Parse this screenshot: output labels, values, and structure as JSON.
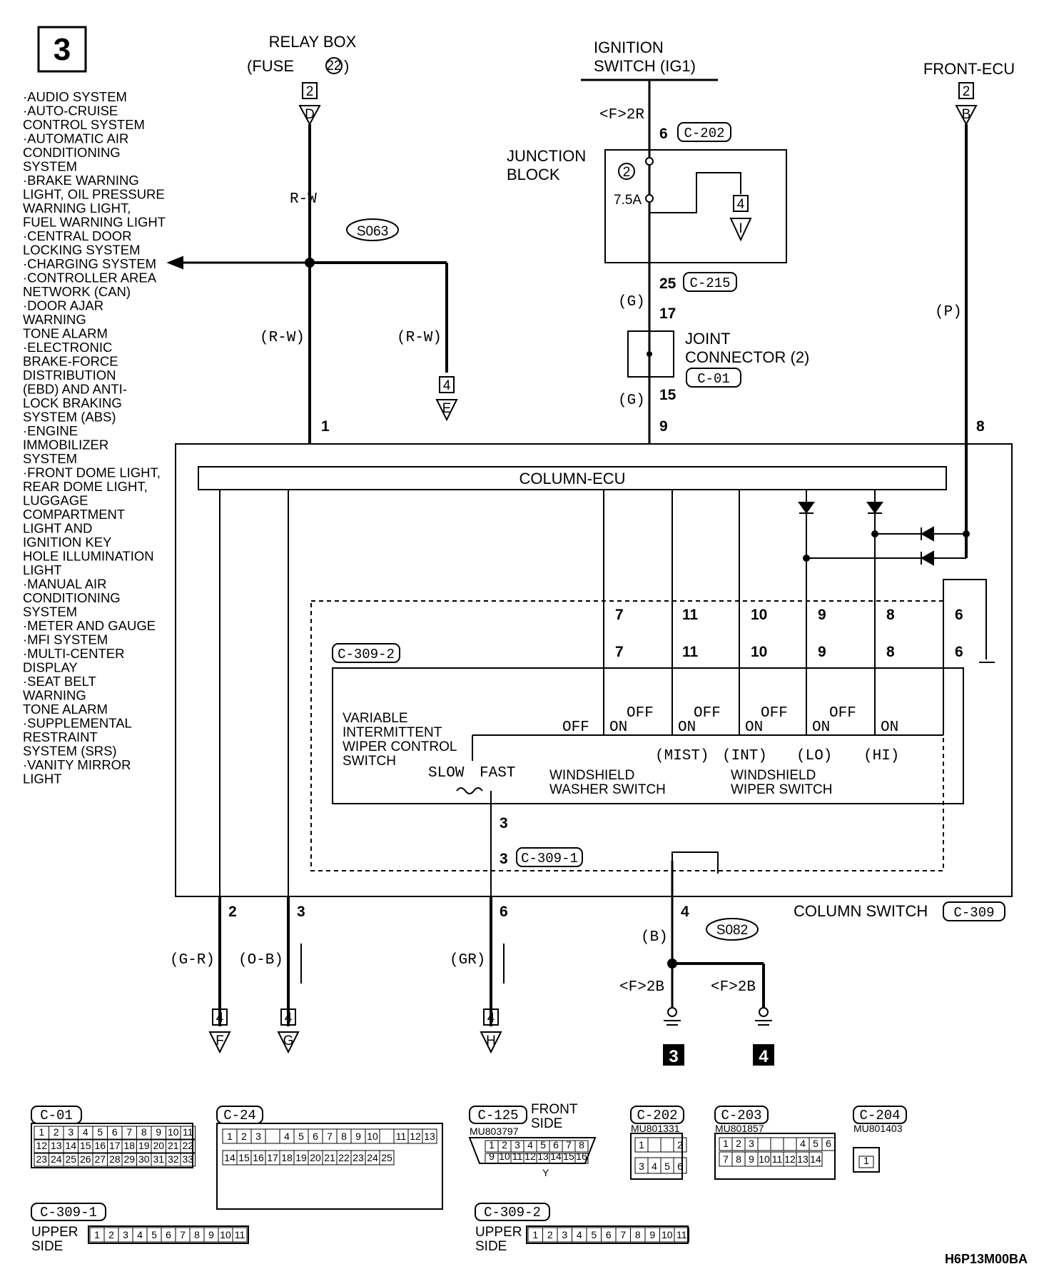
{
  "page_number": "3",
  "sources": {
    "relay_box": {
      "line1": "RELAY BOX",
      "line2_prefix": "(FUSE",
      "fuse_number": "22",
      "line2_suffix": ")",
      "ref_num": "2",
      "ref_letter": "D"
    },
    "ignition_switch": {
      "line1": "IGNITION",
      "line2": "SWITCH (IG1)"
    },
    "front_ecu": {
      "name": "FRONT-ECU",
      "ref_num": "2",
      "ref_letter": "B"
    }
  },
  "systems": [
    "·AUDIO SYSTEM",
    "·AUTO-CRUISE",
    "CONTROL SYSTEM",
    "·AUTOMATIC AIR",
    "CONDITIONING",
    "SYSTEM",
    "·BRAKE WARNING",
    "LIGHT, OIL PRESSURE",
    "WARNING LIGHT,",
    "FUEL WARNING LIGHT",
    "·CENTRAL DOOR",
    "LOCKING SYSTEM",
    "·CHARGING SYSTEM",
    "·CONTROLLER AREA",
    "NETWORK (CAN)",
    "·DOOR AJAR",
    "WARNING",
    "TONE ALARM",
    "·ELECTRONIC",
    "BRAKE-FORCE",
    "DISTRIBUTION",
    "(EBD) AND ANTI-",
    "LOCK BRAKING",
    "SYSTEM (ABS)",
    "·ENGINE",
    "IMMOBILIZER",
    "SYSTEM",
    "·FRONT DOME LIGHT,",
    "REAR DOME LIGHT,",
    "LUGGAGE",
    "COMPARTMENT",
    "LIGHT AND",
    "IGNITION KEY",
    "HOLE ILLUMINATION",
    "LIGHT",
    "·MANUAL AIR",
    "CONDITIONING",
    "SYSTEM",
    "·METER AND GAUGE",
    "·MFI SYSTEM",
    "·MULTI-CENTER",
    "DISPLAY",
    "·SEAT BELT",
    "WARNING",
    "TONE ALARM",
    "·SUPPLEMENTAL",
    "RESTRAINT",
    "SYSTEM (SRS)",
    "·VANITY MIRROR",
    "LIGHT"
  ],
  "wires": {
    "rw": "R-W",
    "rw_paren": "(R-W)",
    "g": "(G)",
    "p": "(P)",
    "gr": "(G-R)",
    "ob": "(O-B)",
    "gr2": "(GR)",
    "b": "(B)",
    "f2r": "<F>2R",
    "f2b": "<F>2B"
  },
  "splices": {
    "s063": "S063",
    "s082": "S082"
  },
  "refs": {
    "four": "4",
    "e": "E",
    "f": "F",
    "g": "G",
    "h": "H",
    "i": "I"
  },
  "junction_block": {
    "line1": "JUNCTION",
    "line2": "BLOCK",
    "fuse_number": "2",
    "fuse_rating": "7.5A"
  },
  "joint_connector": {
    "line1": "JOINT",
    "line2": "CONNECTOR (2)",
    "connector": "C-01"
  },
  "connectors": {
    "c202": "C-202",
    "c215": "C-215",
    "c01": "C-01",
    "c309_2": "C-309-2",
    "c309_1": "C-309-1",
    "c309": "C-309"
  },
  "pins": {
    "p6": "6",
    "p25": "25",
    "p17": "17",
    "p15": "15",
    "p9": "9",
    "p1": "1",
    "p8": "8",
    "p7": "7",
    "p11": "11",
    "p10": "10",
    "p3": "3",
    "p2": "2",
    "p4": "4"
  },
  "column_ecu": "COLUMN-ECU",
  "column_switch": "COLUMN SWITCH",
  "switch_labels": {
    "variable": [
      "VARIABLE",
      "INTERMITTENT",
      "WIPER CONTROL",
      "SWITCH"
    ],
    "slow": "SLOW",
    "fast": "FAST",
    "off": "OFF",
    "on": "ON",
    "mist": "(MIST)",
    "int": "(INT)",
    "lo": "(LO)",
    "hi": "(HI)",
    "washer": [
      "WINDSHIELD",
      "WASHER SWITCH"
    ],
    "wiper": [
      "WINDSHIELD",
      "WIPER SWITCH"
    ]
  },
  "grounds": {
    "g3": "3",
    "g4": "4"
  },
  "connector_views": {
    "c01": "C-01",
    "c24": "C-24",
    "c125": "C-125",
    "c125_side": [
      "FRONT",
      "SIDE"
    ],
    "c125_part": "MU803797",
    "c202": "C-202",
    "c202_part": "MU801331",
    "c203": "C-203",
    "c203_part": "MU801857",
    "c204": "C-204",
    "c204_part": "MU801403",
    "c309_1": "C-309-1",
    "c309_2": "C-309-2",
    "upper": "UPPER",
    "side": "SIDE",
    "y": "Y"
  },
  "drawing_code": "H6P13M00BA"
}
